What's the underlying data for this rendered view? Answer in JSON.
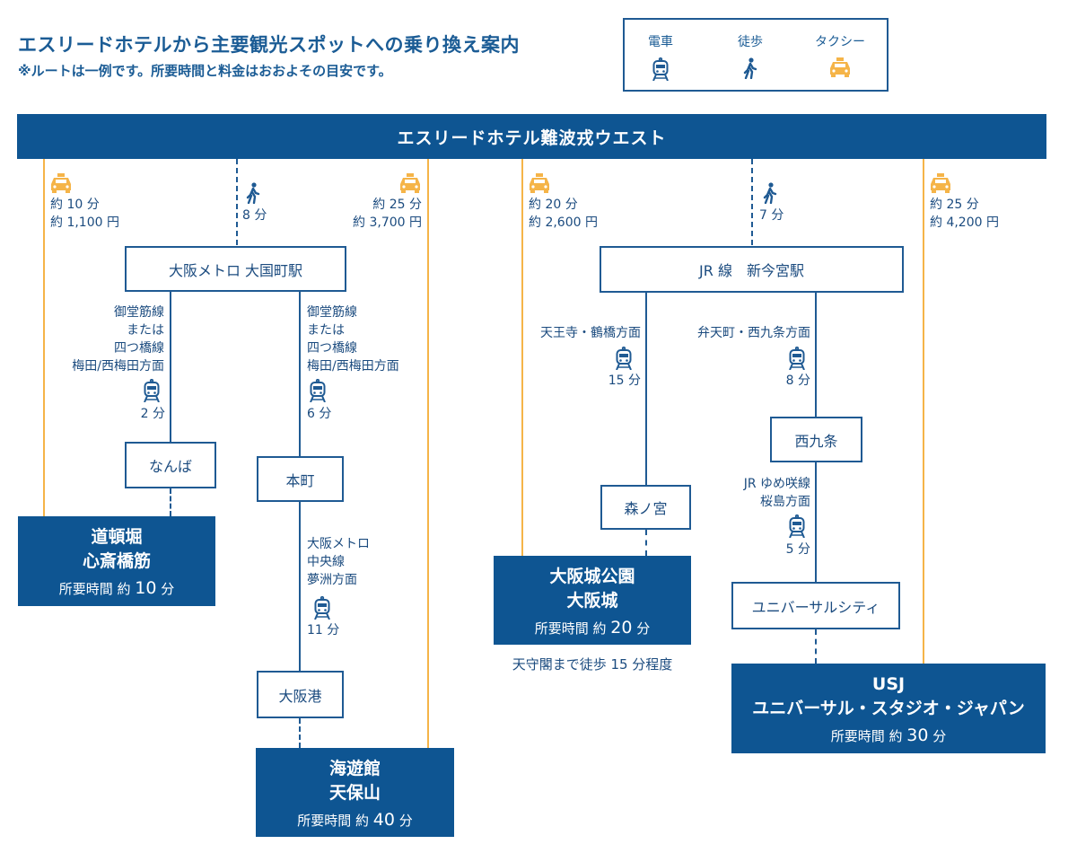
{
  "title": "エスリードホテルから主要観光スポットへの乗り換え案内",
  "subtitle": "※ルートは一例です。所要時間と料金はおおよその目安です。",
  "legend": {
    "train": "電車",
    "walk": "徒歩",
    "taxi": "タクシー"
  },
  "hotel": "エスリードホテル難波戎ウエスト",
  "colors": {
    "primary": "#0e5592",
    "taxi_line": "#f5b448"
  },
  "segments": {
    "taxi_dotonbori": {
      "time": "約 10 分",
      "fare": "約 1,100 円"
    },
    "walk_daikokucho": {
      "time": "8 分"
    },
    "taxi_kaiyukan": {
      "time": "約 25 分",
      "fare": "約 3,700 円"
    },
    "taxi_osakajo": {
      "time": "約 20 分",
      "fare": "約 2,600 円"
    },
    "walk_shinimamiya": {
      "time": "7 分"
    },
    "taxi_usj": {
      "time": "約 25 分",
      "fare": "約 4,200 円"
    }
  },
  "stations": {
    "daikokucho": "大阪メトロ 大国町駅",
    "shinimamiya": "JR 線　新今宮駅",
    "namba": "なんば",
    "honmachi": "本町",
    "osakako": "大阪港",
    "morinomiya": "森ノ宮",
    "nishikujo": "西九条",
    "universal_city": "ユニバーサルシティ"
  },
  "rides": {
    "to_namba": {
      "line": "御堂筋線\nまたは\n四つ橋線\n梅田/西梅田方面",
      "time": "2 分"
    },
    "to_honmachi": {
      "line": "御堂筋線\nまたは\n四つ橋線\n梅田/西梅田方面",
      "time": "6 分"
    },
    "to_osakako": {
      "line": "大阪メトロ\n中央線\n夢洲方面",
      "time": "11 分"
    },
    "to_morinomiya": {
      "line": "天王寺・鶴橋方面",
      "time": "15 分"
    },
    "to_nishikujo": {
      "line": "弁天町・西九条方面",
      "time": "8 分"
    },
    "to_universal_city": {
      "line": "JR ゆめ咲線\n桜島方面",
      "time": "5 分"
    }
  },
  "destinations": {
    "dotonbori": {
      "name1": "道頓堀",
      "name2": "心斎橋筋",
      "prefix": "所要時間 約",
      "time": "10",
      "unit": "分"
    },
    "kaiyukan": {
      "name1": "海遊館",
      "name2": "天保山",
      "prefix": "所要時間 約",
      "time": "40",
      "unit": "分"
    },
    "osakajo": {
      "name1": "大阪城公園",
      "name2": "大阪城",
      "prefix": "所要時間 約",
      "time": "20",
      "unit": "分",
      "note": "天守閣まで徒歩 15 分程度"
    },
    "usj": {
      "name1": "USJ",
      "name2": "ユニバーサル・スタジオ・ジャパン",
      "prefix": "所要時間 約",
      "time": "30",
      "unit": "分"
    }
  }
}
